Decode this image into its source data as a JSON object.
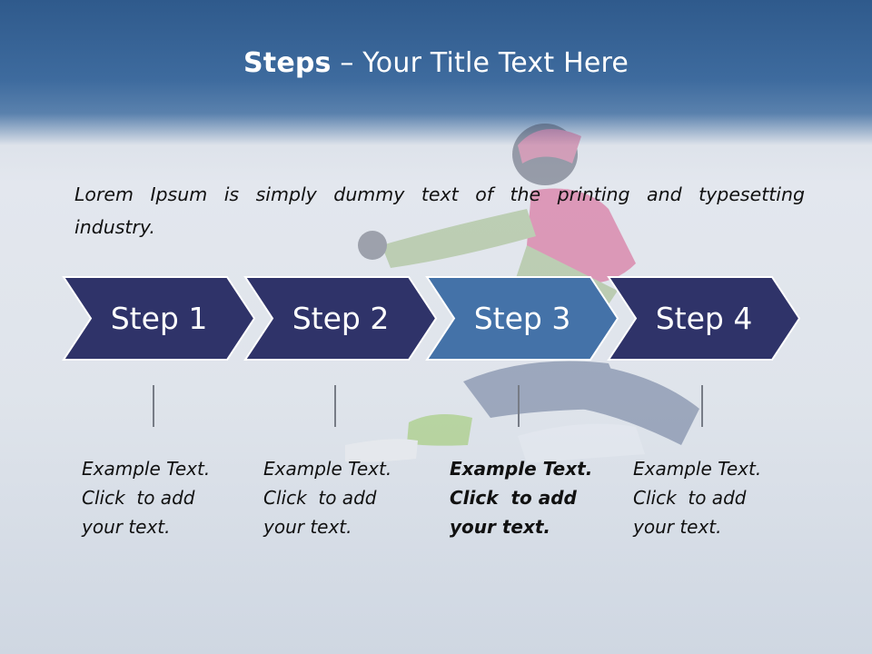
{
  "slide": {
    "title_bold": "Steps",
    "title_rest": " – Your Title Text Here",
    "intro": "Lorem Ipsum is simply dummy text of the printing and typesetting industry."
  },
  "colors": {
    "header": "#3a679a",
    "step_default": "#2f3369",
    "step_active": "#4472a8"
  },
  "steps": [
    {
      "label": "Step 1",
      "lines": [
        "Example Text.",
        "Click  to add",
        "your text."
      ]
    },
    {
      "label": "Step 2",
      "lines": [
        "Example Text.",
        "Click  to add",
        "your text."
      ]
    },
    {
      "label": "Step 3",
      "lines": [
        "Example Text.",
        "Click  to add",
        "your text."
      ],
      "active": true
    },
    {
      "label": "Step 4",
      "lines": [
        "Example Text.",
        "Click  to add",
        "your text."
      ]
    }
  ]
}
